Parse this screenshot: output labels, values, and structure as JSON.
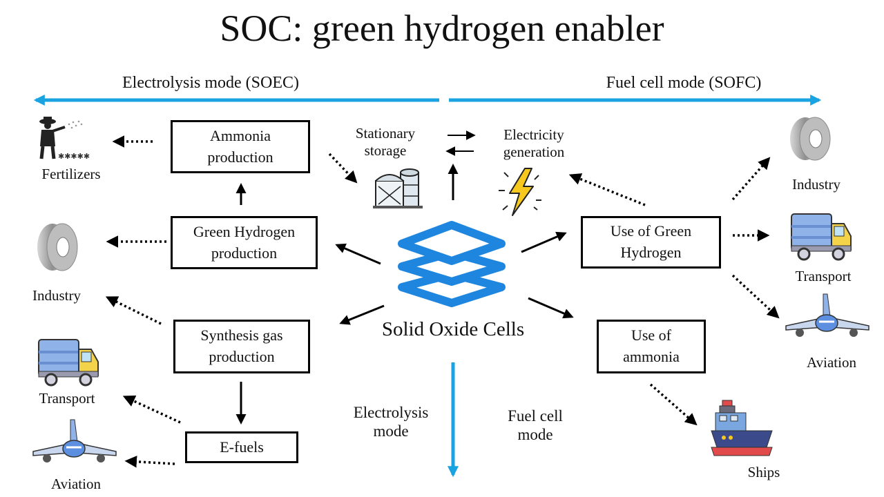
{
  "title": "SOC: green hydrogen enabler",
  "modes": {
    "electrolysis_header": "Electrolysis mode (SOEC)",
    "fuel_cell_header": "Fuel cell mode (SOFC)",
    "bottom_electrolysis": [
      "Electrolysis",
      "mode"
    ],
    "bottom_fuel_cell": [
      "Fuel cell",
      "mode"
    ]
  },
  "center": {
    "label": "Solid Oxide Cells"
  },
  "boxes": {
    "ammonia_production": [
      "Ammonia",
      "production"
    ],
    "green_hydrogen_production": [
      "Green Hydrogen",
      "production"
    ],
    "synthesis_gas_production": [
      "Synthesis gas",
      "production"
    ],
    "e_fuels": [
      "E-fuels"
    ],
    "use_of_green_hydrogen": [
      "Use of  Green",
      "Hydrogen"
    ],
    "use_of_ammonia": [
      "Use of",
      "ammonia"
    ]
  },
  "nodes": {
    "stationary_storage": [
      "Stationary",
      "storage"
    ],
    "electricity_generation": [
      "Electricity",
      "generation"
    ]
  },
  "endpoints": {
    "fertilizers": "Fertilizers",
    "industry_left": "Industry",
    "transport_left": "Transport",
    "aviation_left": "Aviation",
    "industry_right": "Industry",
    "transport_right": "Transport",
    "aviation_right": "Aviation",
    "ships": "Ships"
  },
  "colors": {
    "mode_arrow": "#19a3e0",
    "soc_icon": "#1f86e0",
    "box_border": "#000000",
    "lightning": "#f7c81e"
  },
  "icons": {
    "stack": "layers-stack-icon",
    "storage": "storage-tanks-icon",
    "lightning": "lightning-bolt-icon",
    "industry": "steel-coil-icon",
    "transport": "truck-icon",
    "aviation": "airplane-icon",
    "ship": "ship-icon",
    "fertilizers": "farmer-spraying-icon"
  }
}
